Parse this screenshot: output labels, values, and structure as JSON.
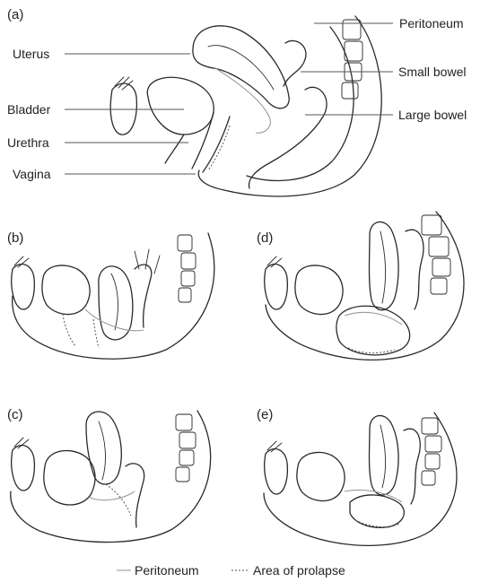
{
  "panels": {
    "a": {
      "letter": "(a)"
    },
    "b": {
      "letter": "(b)"
    },
    "c": {
      "letter": "(c)"
    },
    "d": {
      "letter": "(d)"
    },
    "e": {
      "letter": "(e)"
    }
  },
  "labels": {
    "uterus": "Uterus",
    "bladder": "Bladder",
    "urethra": "Urethra",
    "vagina": "Vagina",
    "peritoneum": "Peritoneum",
    "small_bowel": "Small bowel",
    "large_bowel": "Large bowel"
  },
  "legend": {
    "peritoneum": "Peritoneum",
    "area_of_prolapse": "Area of prolapse"
  },
  "colors": {
    "ink": "#2a2a2a",
    "peritoneum_line": "#9a9a9a"
  }
}
